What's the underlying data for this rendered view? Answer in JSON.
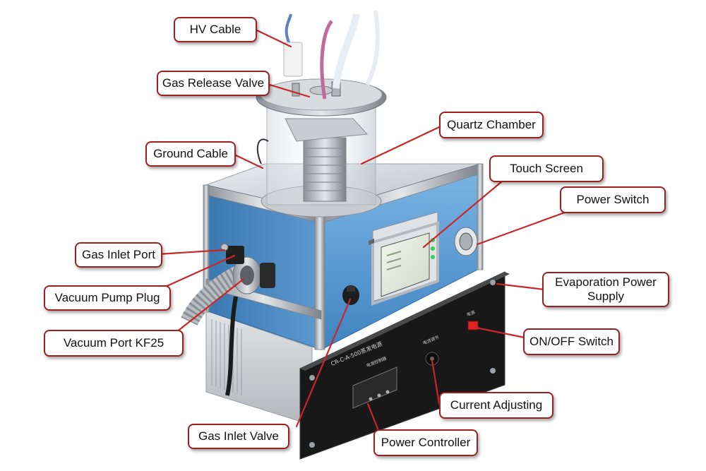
{
  "labels": {
    "hv_cable": "HV Cable",
    "gas_release_valve": "Gas Release Valve",
    "ground_cable": "Ground Cable",
    "quartz_chamber": "Quartz Chamber",
    "touch_screen": "Touch Screen",
    "power_switch": "Power Switch",
    "gas_inlet_port": "Gas Inlet Port",
    "vacuum_pump_plug": "Vacuum Pump Plug",
    "vacuum_port_kf25": "Vacuum Port KF25",
    "evaporation_power_supply_line1": "Evaporation Power",
    "evaporation_power_supply_line2": "Supply",
    "on_off_switch": "ON/OFF Switch",
    "current_adjusting": "Current Adjusting",
    "gas_inlet_valve": "Gas Inlet Valve",
    "power_controller": "Power Controller"
  },
  "device_text": {
    "panel_model": "CR-C-A-500蒸发电源",
    "controller_label": "电源控制器",
    "knob_label": "电流调节",
    "switch_label": "电源"
  },
  "colors": {
    "callout_border": "#9b2020",
    "leader_line": "#c8262a",
    "cabinet_blue": "#5b9bd0",
    "panel_black": "#161616"
  }
}
